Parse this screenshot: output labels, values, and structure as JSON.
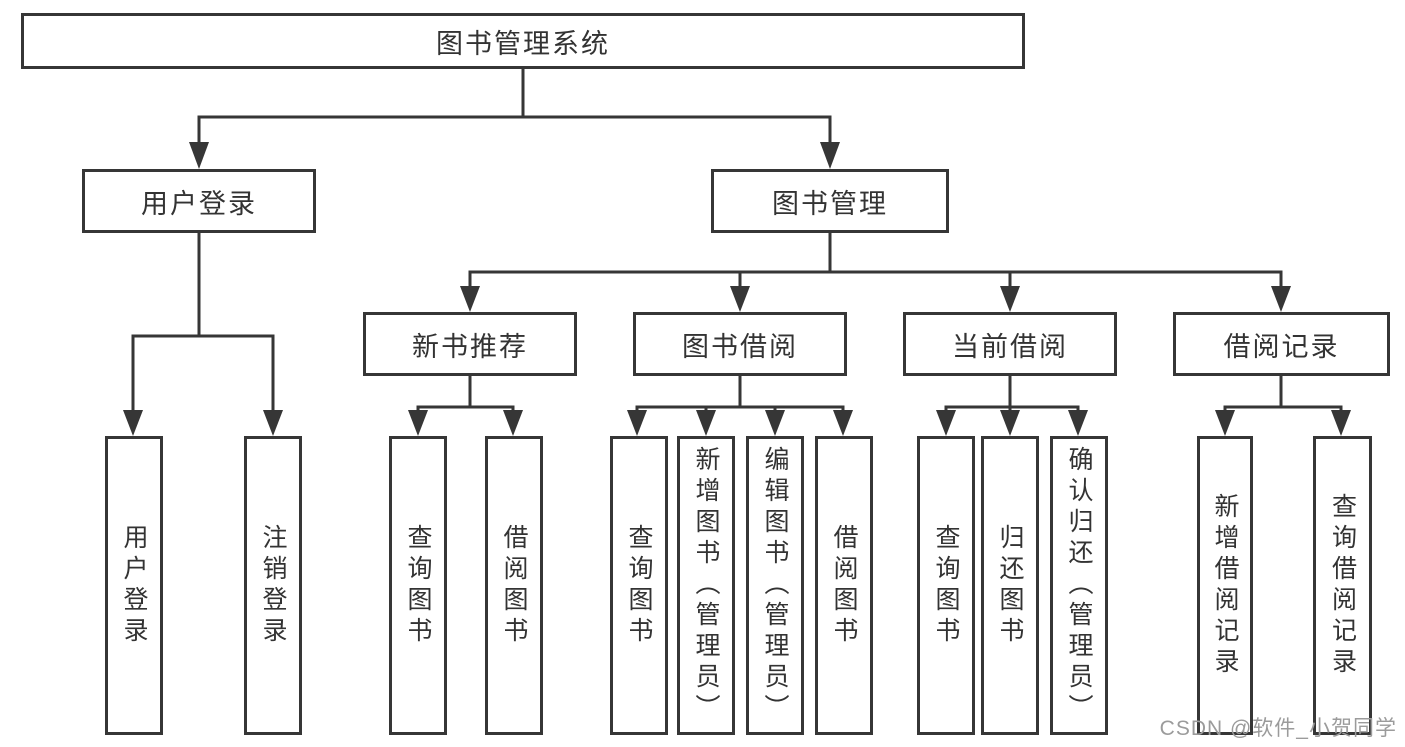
{
  "tree": {
    "root": {
      "label": "图书管理系统"
    },
    "user": {
      "label": "用户登录",
      "children": [
        {
          "label": "用户登录"
        },
        {
          "label": "注销登录"
        }
      ]
    },
    "mgmt": {
      "label": "图书管理",
      "groups": [
        {
          "label": "新书推荐",
          "children": [
            {
              "label": "查询图书"
            },
            {
              "label": "借阅图书"
            }
          ]
        },
        {
          "label": "图书借阅",
          "children": [
            {
              "label": "查询图书"
            },
            {
              "label": "新增图书（管理员）"
            },
            {
              "label": "编辑图书（管理员）"
            },
            {
              "label": "借阅图书"
            }
          ]
        },
        {
          "label": "当前借阅",
          "children": [
            {
              "label": "查询图书"
            },
            {
              "label": "归还图书"
            },
            {
              "label": "确认归还（管理员）"
            }
          ]
        },
        {
          "label": "借阅记录",
          "children": [
            {
              "label": "新增借阅记录"
            },
            {
              "label": "查询借阅记录"
            }
          ]
        }
      ]
    }
  },
  "watermark": {
    "text": "CSDN @软件_小贺同学",
    "color": "#9b9b9b"
  },
  "colors": {
    "line": "#363636",
    "text": "#333333",
    "background": "#ffffff"
  }
}
